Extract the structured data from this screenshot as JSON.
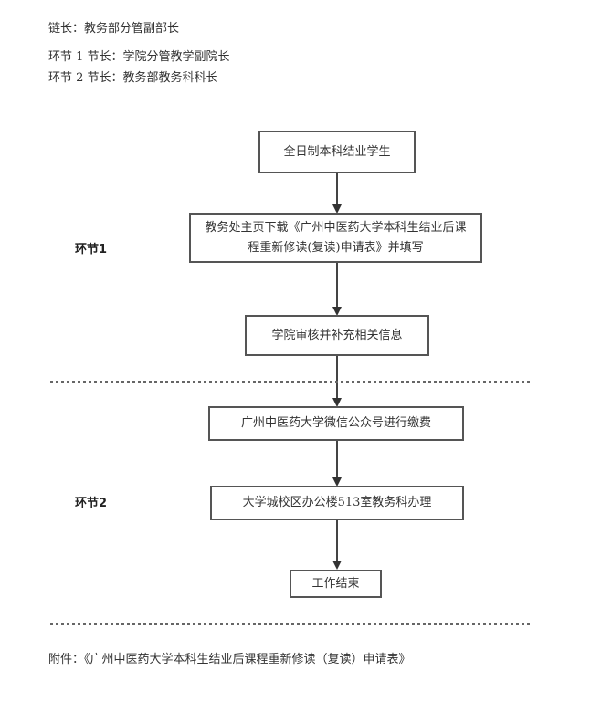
{
  "header": {
    "chain_leader": "链长：教务部分管副部长",
    "section1_leader": "环节 1 节长：学院分管教学副院长",
    "section2_leader": "环节 2 节长：教务部教务科科长"
  },
  "sections": [
    "环节1",
    "环节2"
  ],
  "steps": [
    "全日制本科结业学生",
    "教务处主页下载《广州中医药大学本科生结业后课程重新修读(复读)申请表》并填写",
    "学院审核并补充相关信息",
    "广州中医药大学微信公众号进行缴费",
    "大学城校区办公楼513室教务科办理",
    "工作结束"
  ],
  "footer": "附件：《广州中医药大学本科生结业后课程重新修读（复读）申请表》"
}
